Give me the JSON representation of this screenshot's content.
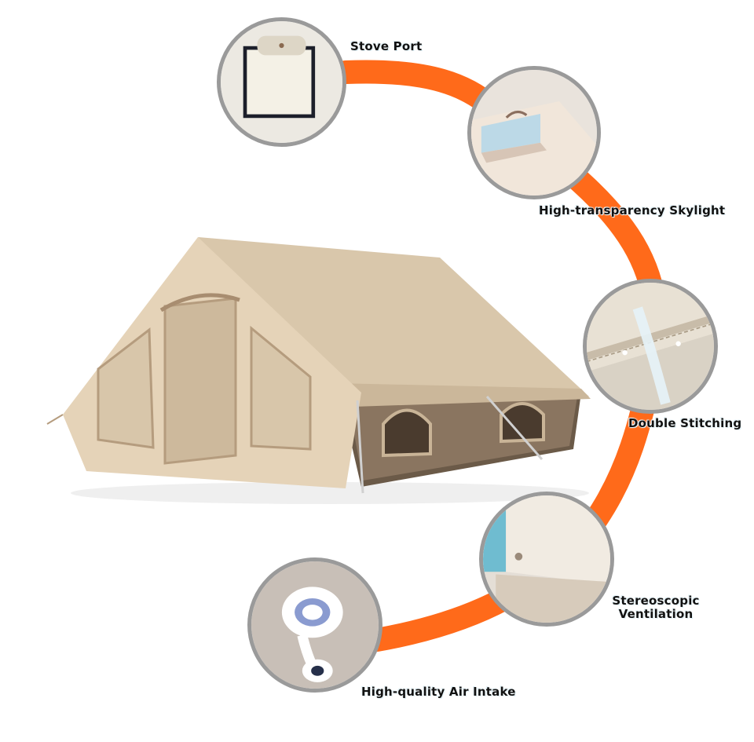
{
  "features": {
    "stove_port": "Stove Port",
    "skylight": "High-transparency Skylight",
    "stitching": "Double Stitching",
    "ventilation_line1": "Stereoscopic",
    "ventilation_line2": "Ventilation",
    "air_intake": "High-quality Air Intake"
  },
  "colors": {
    "accent_arc": "#ff6a1a",
    "callout_border": "#9a9a9a",
    "tent_canvas": "#e8d6bd",
    "tent_shadow": "#b89f82",
    "background": "#ffffff"
  }
}
